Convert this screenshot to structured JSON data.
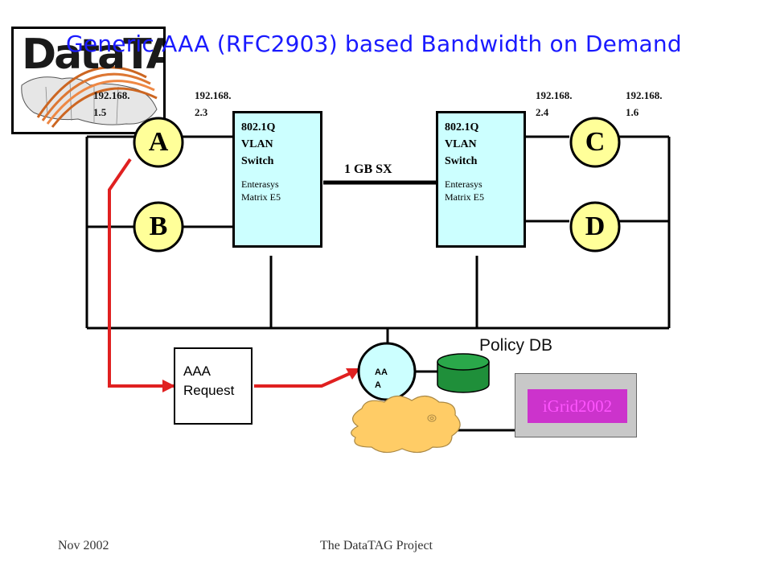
{
  "title": "Generic AAA (RFC2903) based Bandwidth on Demand",
  "logo": {
    "text": "DataTAG"
  },
  "ip_labels": {
    "a": [
      "192.168.",
      "1.5"
    ],
    "b": [
      "192.168.",
      "2.3"
    ],
    "c": [
      "192.168.",
      "2.4"
    ],
    "d": [
      "192.168.",
      "1.6"
    ]
  },
  "switches": [
    {
      "line1": "802.1Q",
      "line2": "VLAN",
      "line3": "Switch",
      "vendor1": "Enterasys",
      "vendor2": "Matrix E5"
    },
    {
      "line1": "802.1Q",
      "line2": "VLAN",
      "line3": "Switch",
      "vendor1": "Enterasys",
      "vendor2": "Matrix E5"
    }
  ],
  "nodes": {
    "a": "A",
    "b": "B",
    "c": "C",
    "d": "D"
  },
  "link_label": "1 GB SX",
  "policy_db": "Policy DB",
  "aaa_request": [
    "AAA",
    "Request"
  ],
  "aaa_node": [
    "AA",
    "A"
  ],
  "igrid": "iGrid2002",
  "footer": {
    "date": "Nov 2002",
    "project": "The DataTAG Project"
  },
  "colors": {
    "title": "#1a1aff",
    "switch_fill": "#ccffff",
    "node_fill": "#ffff99",
    "request_arrow": "#e02020",
    "database": "#1f8f3a",
    "cloud": "#ffcc66",
    "igrid_fill": "#cc33cc",
    "igrid_text": "#ff55ff"
  }
}
